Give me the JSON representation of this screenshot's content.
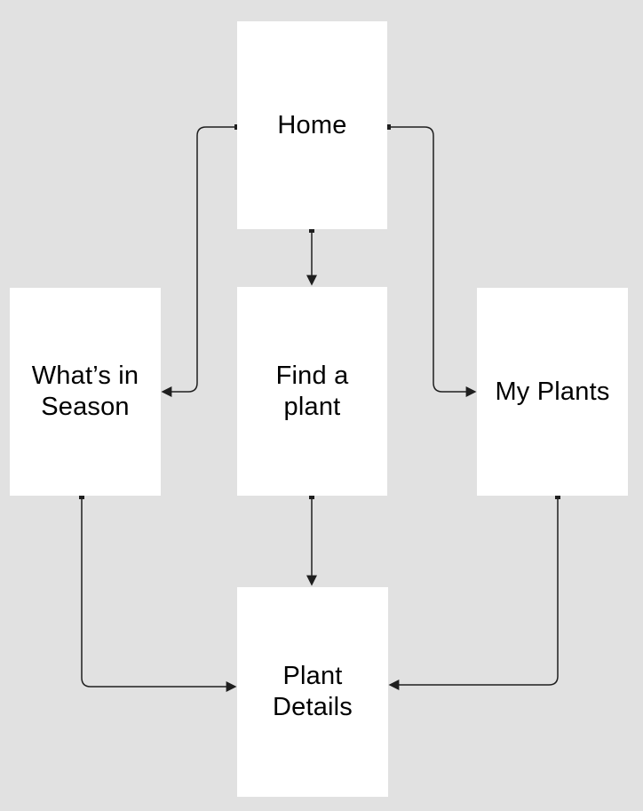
{
  "diagram": {
    "colors": {
      "background": "#e1e1e1",
      "node_fill": "#ffffff",
      "connector": "#1f1f1f",
      "text": "#000000"
    },
    "nodes": {
      "home": {
        "label": "Home"
      },
      "whats_in_season": {
        "label": "What’s in\nSeason"
      },
      "find_a_plant": {
        "label": "Find a\nplant"
      },
      "my_plants": {
        "label": "My Plants"
      },
      "plant_details": {
        "label": "Plant\nDetails"
      }
    },
    "edges": [
      {
        "from": "Home",
        "to": "What’s in Season"
      },
      {
        "from": "Home",
        "to": "Find a plant"
      },
      {
        "from": "Home",
        "to": "My Plants"
      },
      {
        "from": "What’s in Season",
        "to": "Plant Details"
      },
      {
        "from": "Find a plant",
        "to": "Plant Details"
      },
      {
        "from": "My Plants",
        "to": "Plant Details"
      }
    ]
  }
}
